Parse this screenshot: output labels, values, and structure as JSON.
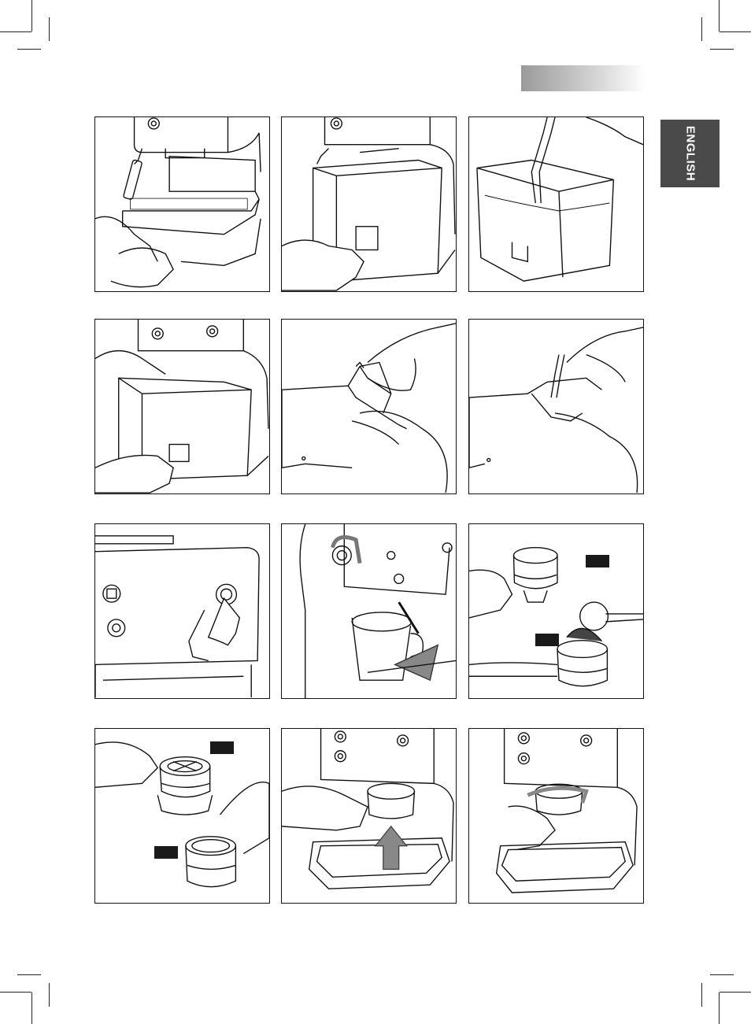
{
  "sidebar": {
    "language_tab": "ENGLISH"
  },
  "colors": {
    "tab_background": "#4a4a4a",
    "header_gradient_start": "#9a9a9a",
    "header_gradient_end": "#ffffff"
  },
  "figures": [
    {
      "row": 1,
      "col": 1,
      "scene": "drip-tray-pull-out"
    },
    {
      "row": 1,
      "col": 2,
      "scene": "water-tank-remove"
    },
    {
      "row": 1,
      "col": 3,
      "scene": "water-tank-fill"
    },
    {
      "row": 2,
      "col": 1,
      "scene": "water-tank-insert"
    },
    {
      "row": 2,
      "col": 2,
      "scene": "lid-open"
    },
    {
      "row": 2,
      "col": 3,
      "scene": "water-pour-lid"
    },
    {
      "row": 3,
      "col": 1,
      "scene": "button-press"
    },
    {
      "row": 3,
      "col": 2,
      "scene": "steam-wand-pitcher"
    },
    {
      "row": 3,
      "col": 3,
      "scene": "filter-holder-fill"
    },
    {
      "row": 4,
      "col": 1,
      "scene": "filter-select"
    },
    {
      "row": 4,
      "col": 2,
      "scene": "filter-holder-insert"
    },
    {
      "row": 4,
      "col": 3,
      "scene": "filter-holder-lock"
    }
  ]
}
